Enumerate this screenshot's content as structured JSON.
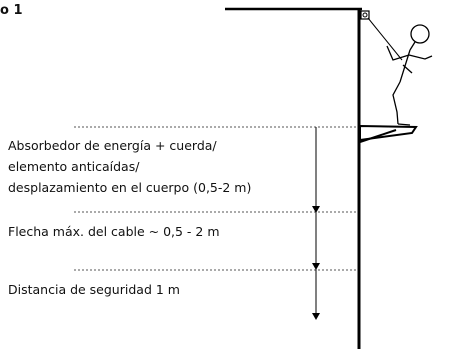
{
  "figure": {
    "title": "o 1",
    "labels": {
      "absorber_line1": "Absorbedor de energía + cuerda/",
      "absorber_line2": "elemento anticaídas/",
      "absorber_line3": "desplazamiento en el cuerpo (0,5-2 m)",
      "cable_sag": "Flecha máx. del cable ~ 0,5 - 2 m",
      "safety_distance": "Distancia de seguridad 1 m"
    }
  },
  "colors": {
    "line": "#000000",
    "dashed": "#555555",
    "text": "#111111"
  }
}
